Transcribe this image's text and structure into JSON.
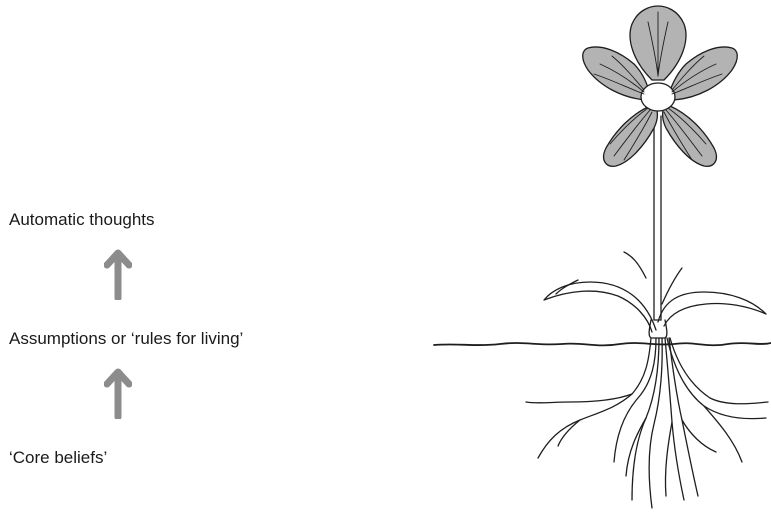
{
  "levels": [
    {
      "label": "Automatic thoughts"
    },
    {
      "label": "Assumptions or ‘rules for living’"
    },
    {
      "label": "‘Core beliefs’"
    }
  ],
  "colors": {
    "arrow": "#8c8c8c",
    "petal": "#b3b3b3",
    "outline": "#1e1e1e"
  },
  "icons": {
    "arrow": "up-arrow-icon",
    "illustration": "flower-plant-icon"
  }
}
